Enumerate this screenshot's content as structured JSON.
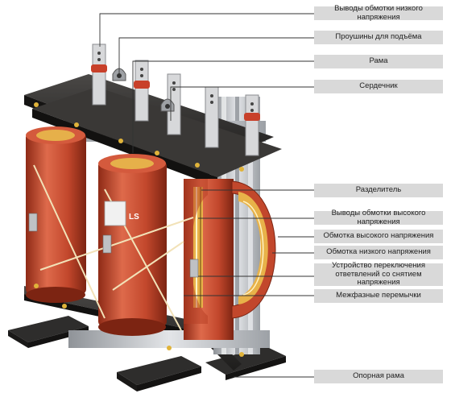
{
  "labels": {
    "lv_terminals": "Выводы обмотки низкого напряжения",
    "lifting_lugs": "Проушины для подъёма",
    "frame": "Рама",
    "core": "Сердечник",
    "separator": "Разделитель",
    "hv_terminals": "Выводы обмотки высокого напряжения",
    "hv_winding": "Обмотка высокого напряжения",
    "lv_winding": "Обмотка низкого напряжения",
    "tap_changer": "Устройство переключения\nответвлений со снятием напряжения",
    "phase_jumpers": "Межфазные перемычки",
    "base_frame": "Опорная рама"
  },
  "nameplate_text": "LS",
  "colors": {
    "coil": "#c2472c",
    "coil_dark": "#8e2a16",
    "coil_light": "#de6a4b",
    "frame": "#2c2b2a",
    "steel": "#c4c6c9",
    "label_bg": "#d9d9d9",
    "leader": "#333333"
  }
}
